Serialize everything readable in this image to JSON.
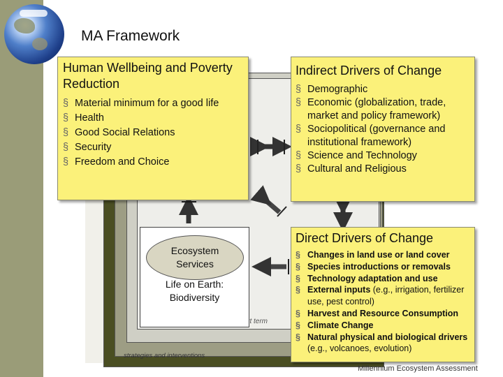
{
  "title": "MA Framework",
  "human_wellbeing": {
    "heading": "Human Wellbeing and Poverty Reduction",
    "items": [
      "Material minimum for a good life",
      "Health",
      "Good Social Relations",
      "Security",
      "Freedom and Choice"
    ]
  },
  "indirect_drivers": {
    "heading": "Indirect Drivers of Change",
    "items": [
      {
        "bold": "Demographic",
        "rest": ""
      },
      {
        "bold": "Economic",
        "rest": " (globalization, trade, market and policy framework)"
      },
      {
        "bold": "Sociopolitical",
        "rest": " (governance and institutional framework)"
      },
      {
        "bold": "Science and Technology",
        "rest": ""
      },
      {
        "bold": "Cultural and Religious",
        "rest": ""
      }
    ]
  },
  "direct_drivers": {
    "heading": "Direct Drivers of Change",
    "items": [
      {
        "bold": "Changes in land use or land cover",
        "rest": ""
      },
      {
        "bold": "Species introductions or removals",
        "rest": ""
      },
      {
        "bold": "Technology adaptation and use",
        "rest": ""
      },
      {
        "bold": "External inputs",
        "rest": " (e.g., irrigation, fertilizer use, pest control)"
      },
      {
        "bold": "Harvest and Resource Consumption",
        "rest": ""
      },
      {
        "bold": "Climate Change",
        "rest": ""
      },
      {
        "bold": "Natural physical and biological drivers",
        "rest": " (e.g., volcanoes, evolution)"
      }
    ]
  },
  "ecosystem": {
    "services": [
      "Ecosystem",
      "Services"
    ],
    "life": [
      "Life on Earth:",
      "Biodiversity"
    ]
  },
  "labels": {
    "short_term": "short term",
    "strategies": "strategies and interventions",
    "footer": "Millennium Ecosystem Assessment"
  },
  "colors": {
    "box_fill": "#fbf17a",
    "sidebar": "#9a9c78"
  }
}
